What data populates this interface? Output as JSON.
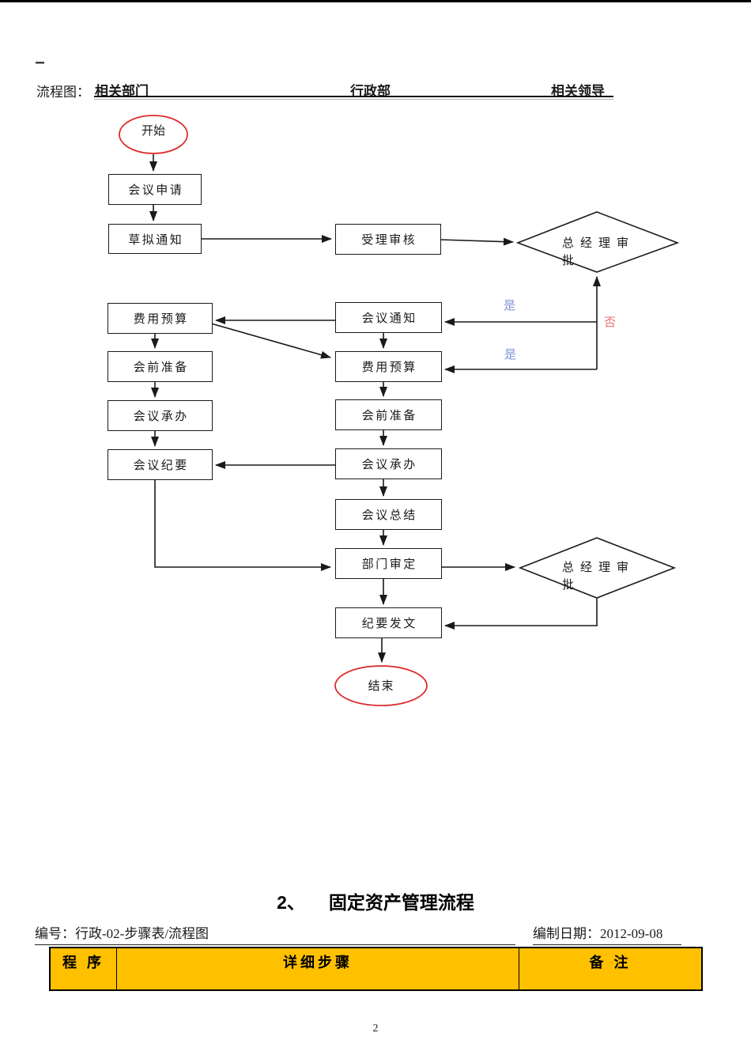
{
  "page": {
    "stray_dash": "-",
    "page_number": "2"
  },
  "header": {
    "prefix": "流程图：",
    "columns": [
      "相关部门",
      "行政部",
      "相关领导"
    ]
  },
  "flowchart": {
    "nodes": {
      "start": "开始",
      "mtg_apply": "会议申请",
      "draft_notice": "草拟通知",
      "accept_review": "受理审核",
      "gm_approve_1": "总经理审批",
      "fee_budget_left": "费用预算",
      "pre_prep_left": "会前准备",
      "mtg_host_left": "会议承办",
      "mtg_minutes": "会议纪要",
      "mtg_notice": "会议通知",
      "fee_budget_mid": "费用预算",
      "pre_prep_mid": "会前准备",
      "mtg_host_mid": "会议承办",
      "mtg_summary": "会议总结",
      "dept_review": "部门审定",
      "gm_approve_2": "总经理审批",
      "minutes_issue": "纪要发文",
      "end": "结束"
    },
    "branch_labels": {
      "yes_1": "是",
      "no_1": "否",
      "yes_2": "是"
    },
    "colors": {
      "yes_label": "#8093D8",
      "no_label": "#E87272",
      "terminator_stroke": "#DD2A2A",
      "line": "#1a1a1a"
    }
  },
  "section2": {
    "number": "2、",
    "title": "固定资产管理流程",
    "doc_no": "编号：行政-02-步骤表/流程图",
    "date_label": "编制日期：",
    "date_value": "2012-09-08",
    "table": {
      "header_bg": "#FFC000",
      "columns": [
        "程 序",
        "详细步骤",
        "备 注"
      ]
    }
  }
}
